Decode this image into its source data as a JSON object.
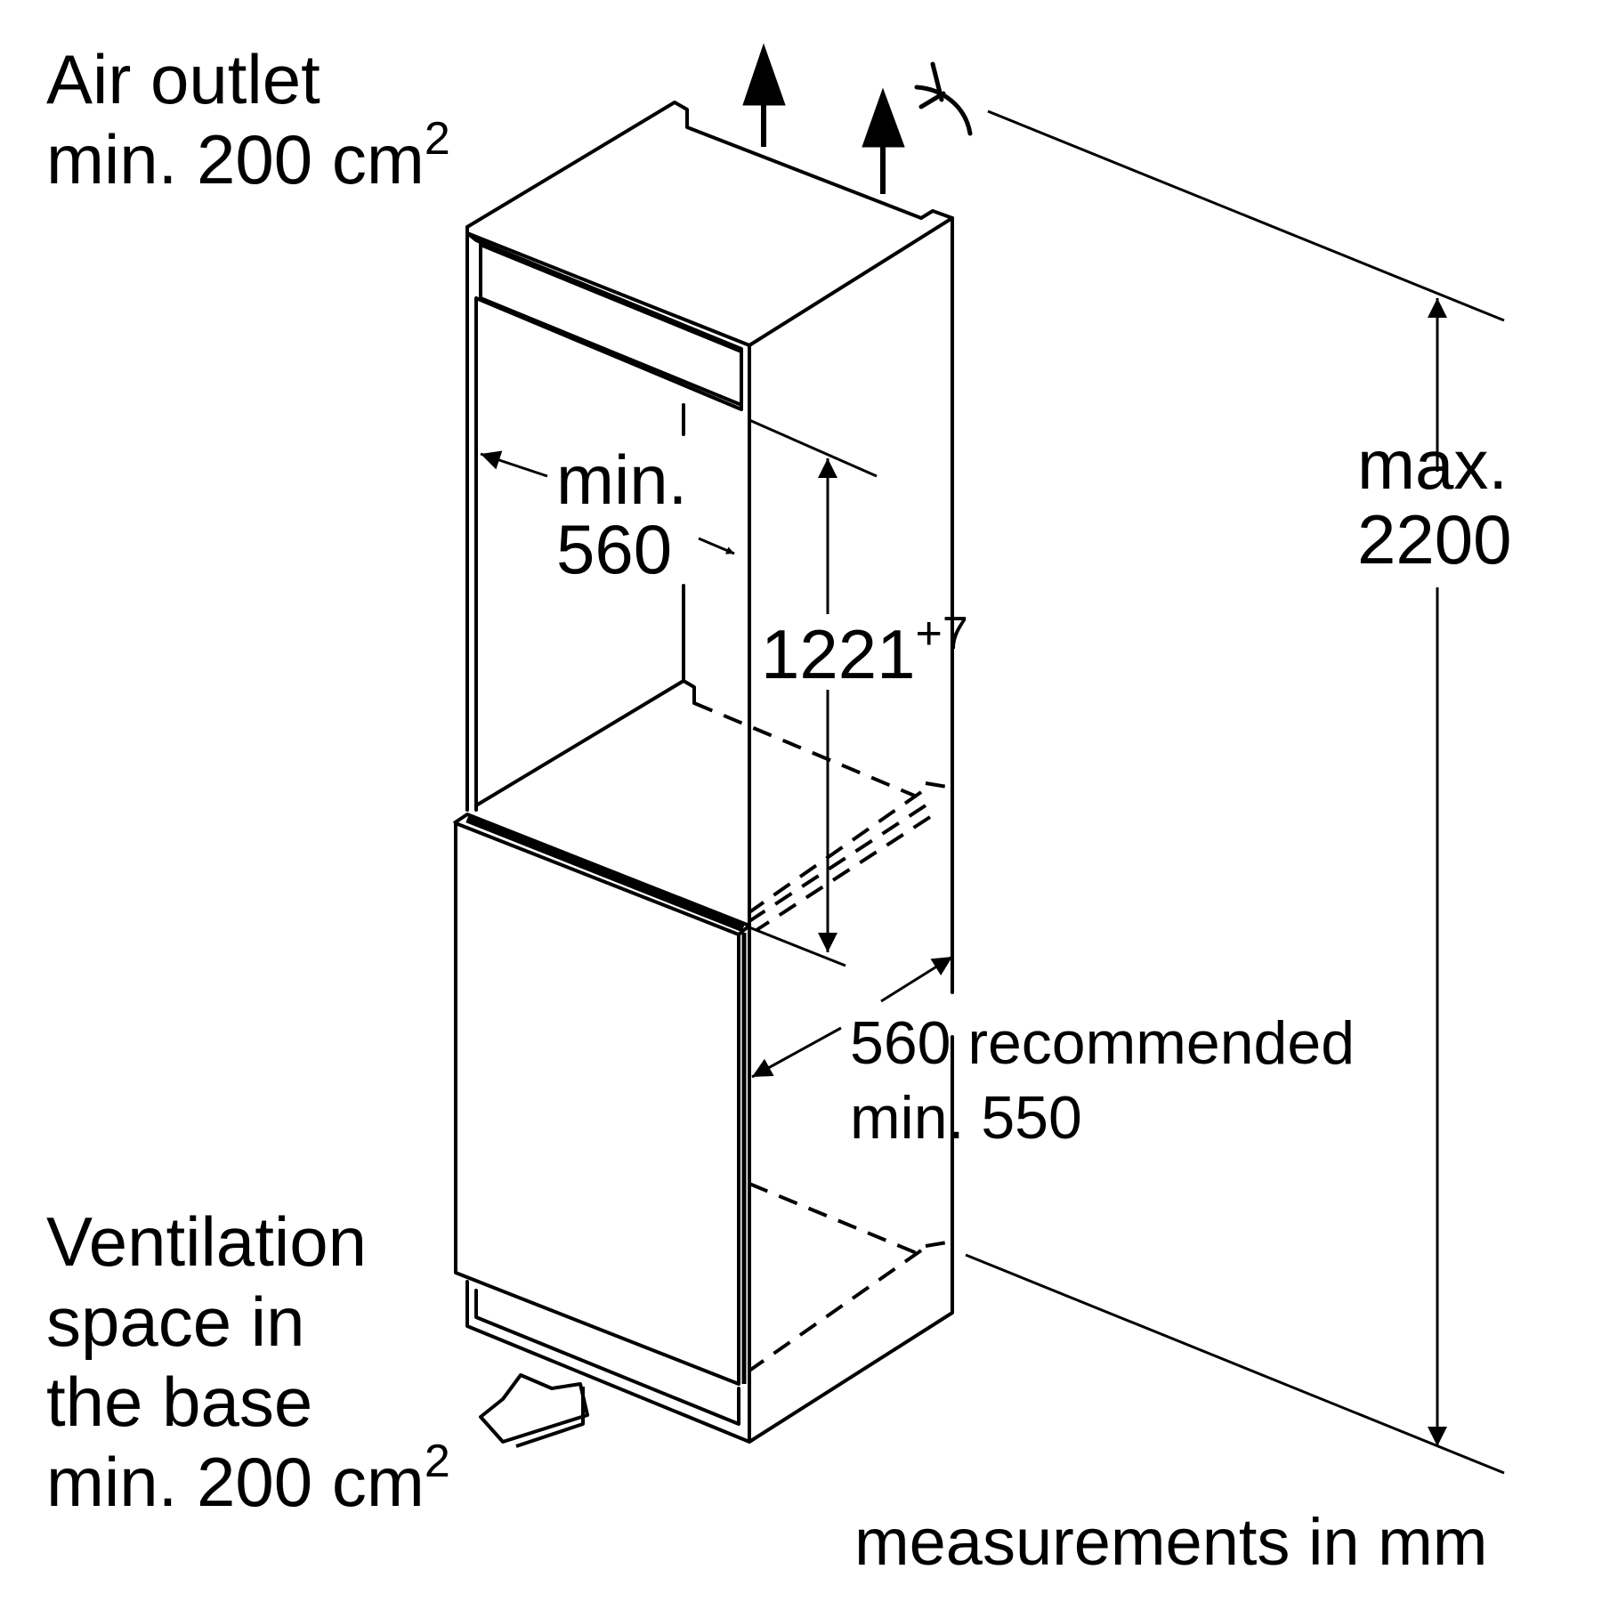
{
  "diagram": {
    "air_outlet": {
      "line1": "Air outlet",
      "line2_prefix": "min. 200 cm",
      "line2_sup": "2"
    },
    "ventilation": {
      "line1": "Ventilation",
      "line2": "space in",
      "line3": "the base",
      "line4_prefix": "min. 200 cm",
      "line4_sup": "2"
    },
    "niche_width": {
      "line1": "min.",
      "line2": "560"
    },
    "niche_height": {
      "value": "1221",
      "tolerance": "+7"
    },
    "max_height": {
      "line1": "max.",
      "line2": "2200"
    },
    "depth": {
      "line1": "560 recommended",
      "line2": "min. 550"
    },
    "units_note": "measurements in mm",
    "colors": {
      "ink": "#000000",
      "background": "#ffffff"
    },
    "icons": [
      "airflow-up-arrow-icon",
      "airflow-in-arrow-icon",
      "cabinet-fixing-icon"
    ]
  }
}
